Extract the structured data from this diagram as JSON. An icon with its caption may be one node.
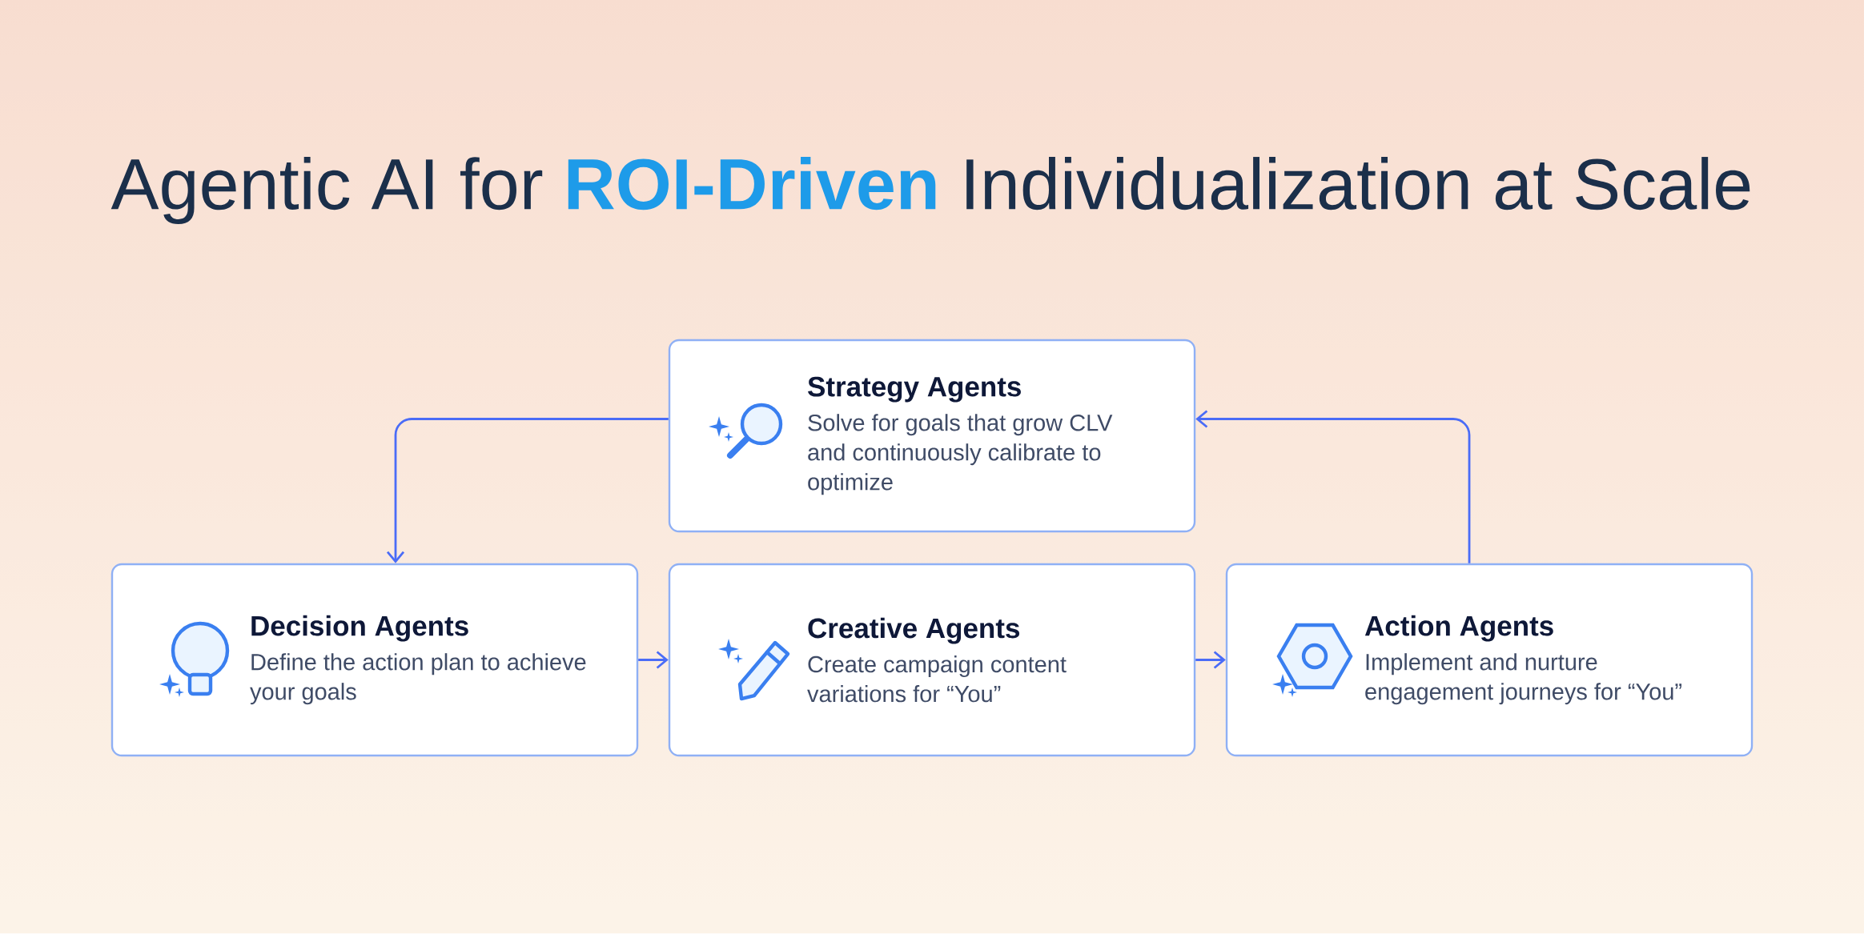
{
  "diagram": {
    "title": "Agentic AI for **ROI-Driven** Individualization at Scale",
    "nodes": [
      {
        "text": [
          "Strategy Agents",
          "Solve for goals that grow CLV and continuously calibrate to optimize"
        ]
      },
      {
        "text": [
          "Decision Agents",
          "Define the action plan to achieve your goals"
        ]
      },
      {
        "text": [
          "Creative Agents",
          "Create campaign content variations for “You”"
        ]
      },
      {
        "text": [
          "Action Agents",
          "Implement and nurture engagement journeys for “You”"
        ]
      }
    ],
    "edges": [
      {
        "from": 0,
        "to": 1,
        "arrow": "to"
      },
      {
        "from": 1,
        "to": 2,
        "arrow": "to"
      },
      {
        "from": 2,
        "to": 3,
        "arrow": "to"
      },
      {
        "from": 3,
        "to": 0,
        "arrow": "to"
      }
    ]
  }
}
